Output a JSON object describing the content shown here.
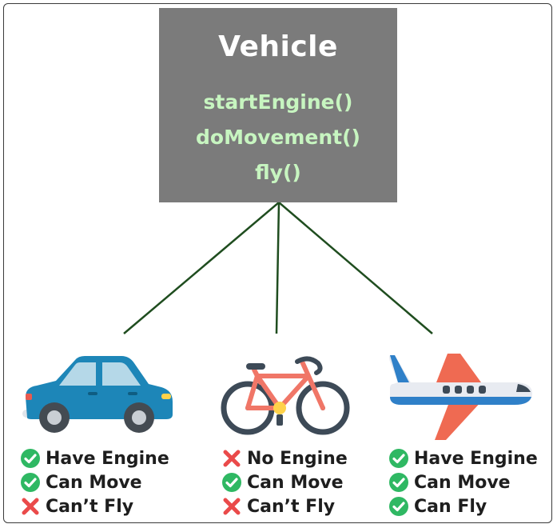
{
  "colors": {
    "box": "#7b7b7b",
    "method_text": "#c7f5c0",
    "connector": "#1f4d1f",
    "yes": "#2fb863",
    "no": "#ea4a4a"
  },
  "vehicle": {
    "title": "Vehicle",
    "methods": [
      "startEngine()",
      "doMovement()",
      "fly()"
    ]
  },
  "subclasses": [
    {
      "icon": "car-icon",
      "features": [
        {
          "status": "yes",
          "label": "Have Engine"
        },
        {
          "status": "yes",
          "label": "Can Move"
        },
        {
          "status": "no",
          "label": "Can’t Fly"
        }
      ]
    },
    {
      "icon": "bicycle-icon",
      "features": [
        {
          "status": "no",
          "label": "No Engine"
        },
        {
          "status": "yes",
          "label": "Can Move"
        },
        {
          "status": "no",
          "label": "Can’t Fly"
        }
      ]
    },
    {
      "icon": "airplane-icon",
      "features": [
        {
          "status": "yes",
          "label": "Have Engine"
        },
        {
          "status": "yes",
          "label": "Can Move"
        },
        {
          "status": "yes",
          "label": "Can Fly"
        }
      ]
    }
  ]
}
